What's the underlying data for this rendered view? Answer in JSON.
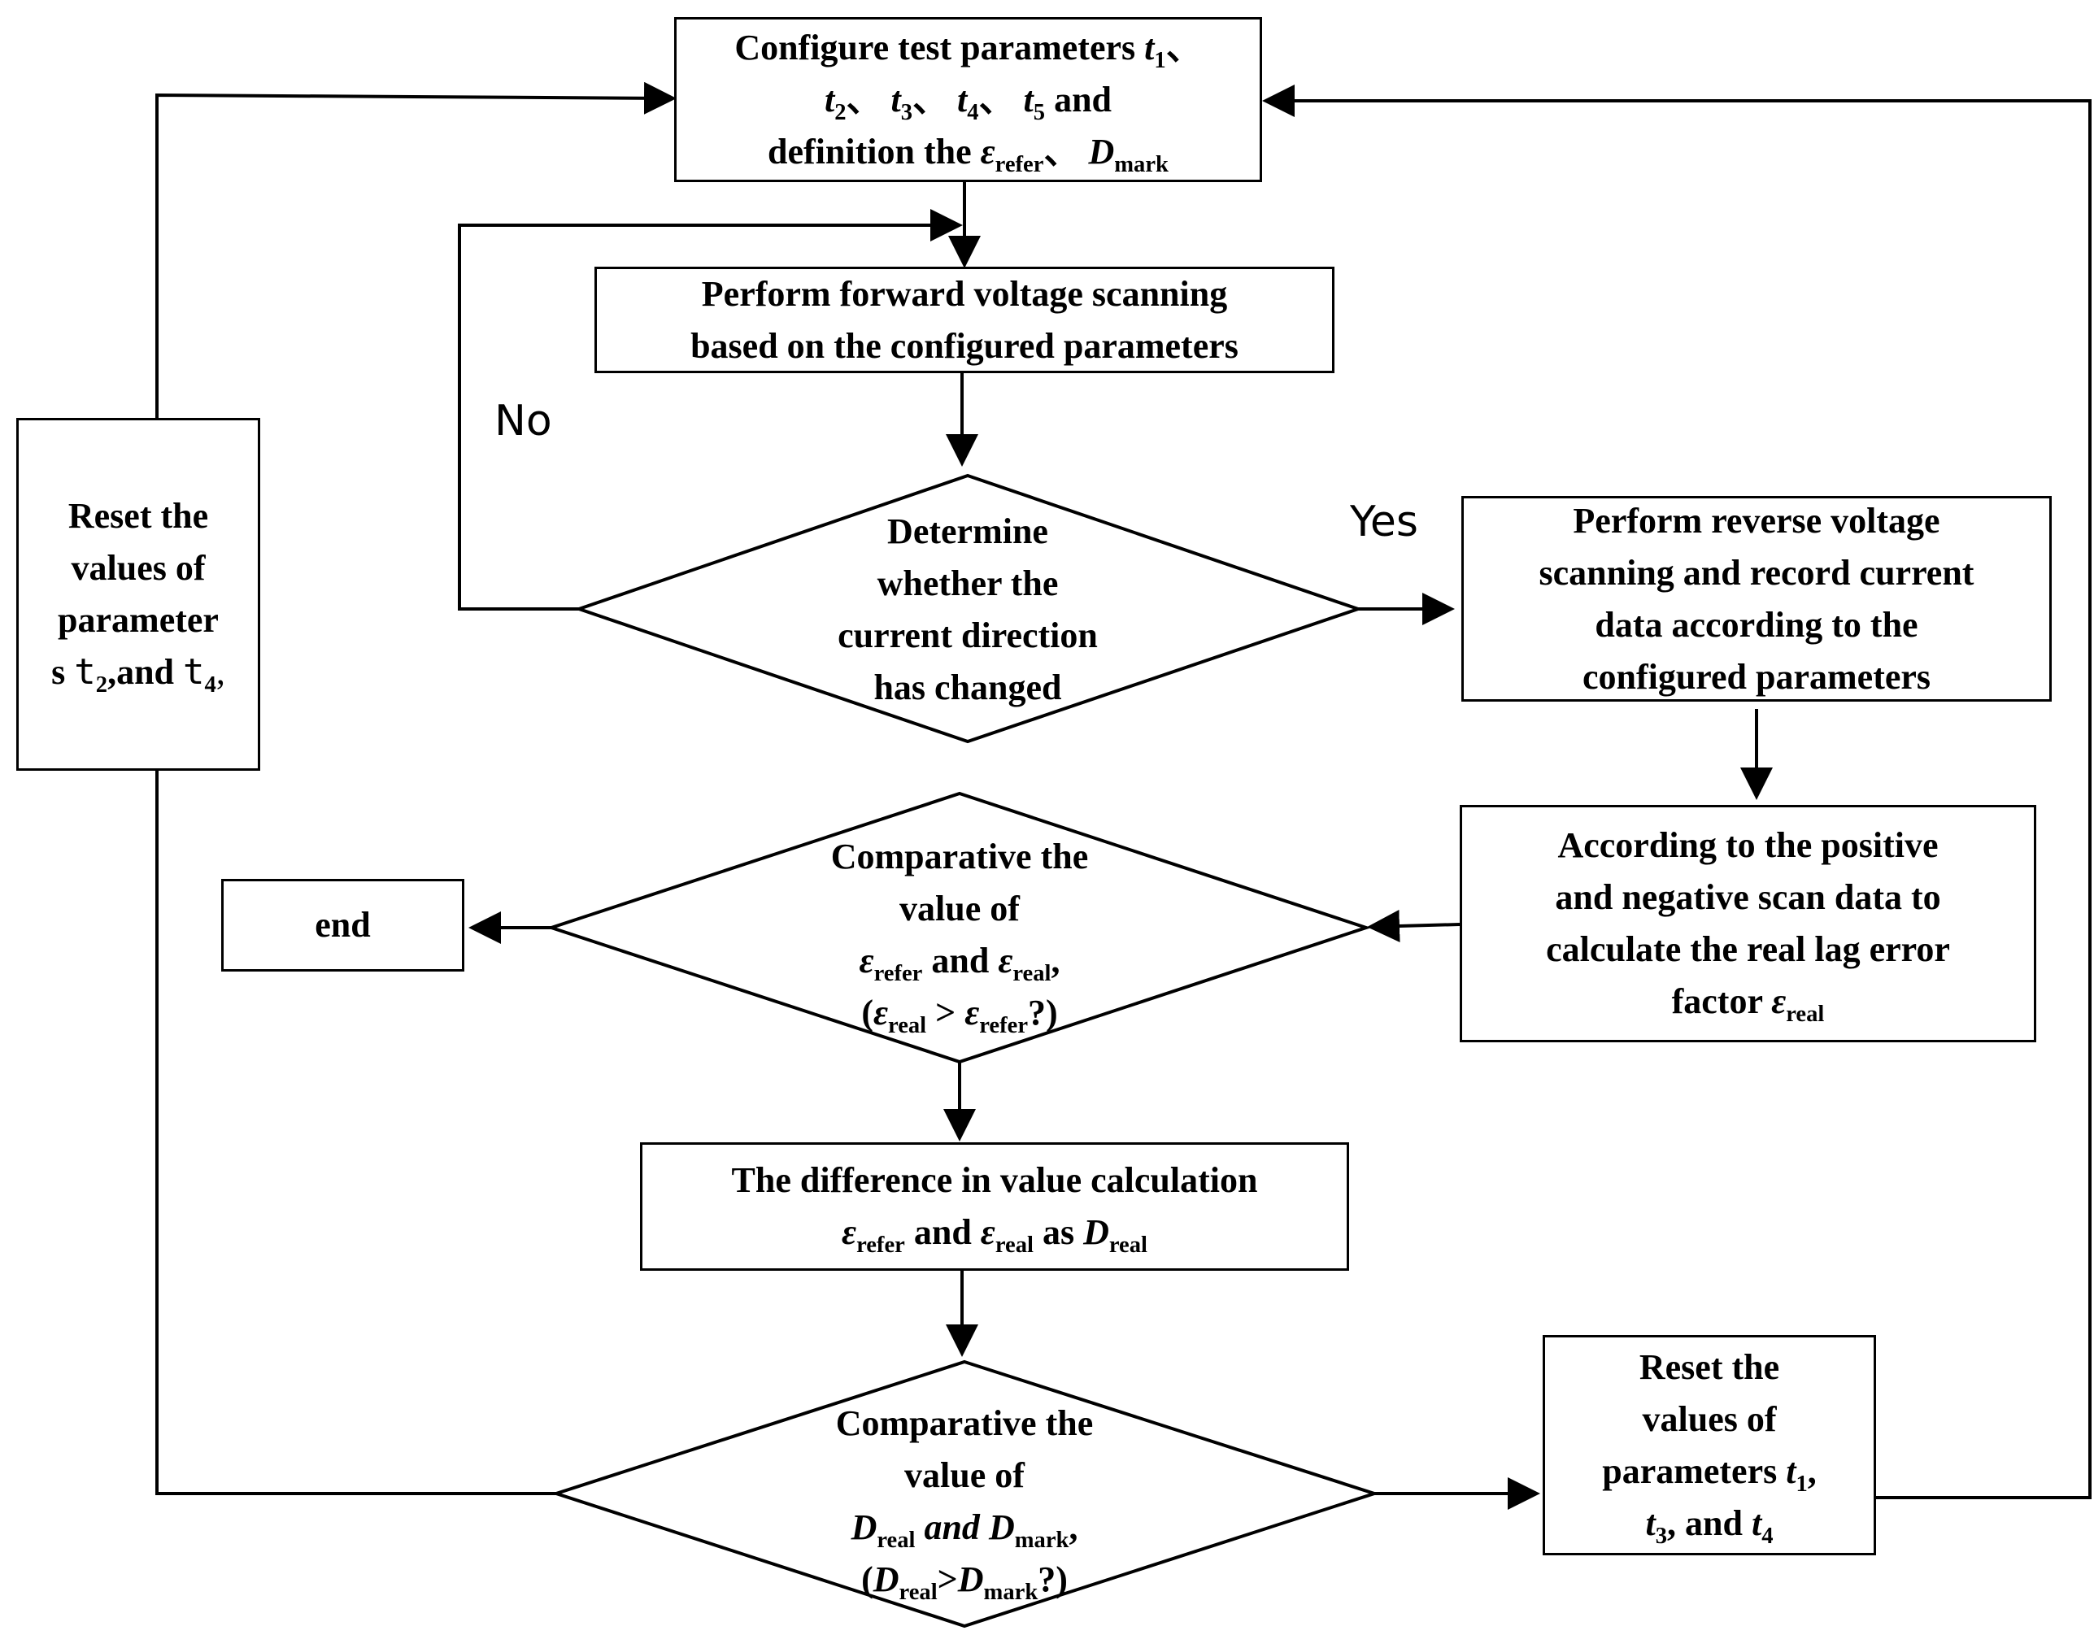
{
  "nodes": {
    "configure": {
      "line1": "Configure test parameters",
      "t1": "t",
      "t1_sub": "1",
      "sep1": "、",
      "t2": "t",
      "t2_sub": "2",
      "sep2": "、",
      "t3": "t",
      "t3_sub": "3",
      "sep3": "、",
      "t4": "t",
      "t4_sub": "4",
      "sep4": "、",
      "t5": "t",
      "t5_sub": "5",
      "and": "and",
      "line3": "definition the",
      "eps": "ε",
      "eps_sub": "refer",
      "sep5": "、",
      "d": "D",
      "d_sub": "mark"
    },
    "forward_scan": {
      "line1": "Perform forward  voltage scanning",
      "line2": "based on the configured parameters"
    },
    "direction_check": {
      "line1": "Determine",
      "line2": "whether the",
      "line3": "current direction",
      "line4": "has changed"
    },
    "reverse_scan": {
      "line1": "Perform reverse voltage",
      "line2": "scanning and record current",
      "line3": "data according to the",
      "line4": "configured parameters"
    },
    "calc_real": {
      "line1": "According to the positive",
      "line2": "and negative scan data to",
      "line3": "calculate the real lag error",
      "line4": "factor",
      "eps": "ε",
      "eps_sub": "real"
    },
    "compare_eps": {
      "line1": "Comparative the",
      "line2": "value of",
      "eps_a": "ε",
      "eps_a_sub": "refer",
      "and": "and",
      "eps_b": "ε",
      "eps_b_sub": "real",
      "comma": ",",
      "open": "(",
      "eps_c": "ε",
      "eps_c_sub": "real",
      "gt": " > ",
      "eps_d": "ε",
      "eps_d_sub": "refer",
      "close": "?)"
    },
    "end": {
      "label": "end"
    },
    "difference": {
      "line1": "The difference in value calculation",
      "eps_a": "ε",
      "eps_a_sub": "refer",
      "and": "and",
      "eps_b": "ε",
      "eps_b_sub": "real",
      "as": "as",
      "d": "D",
      "d_sub": "real"
    },
    "compare_d": {
      "line1": "Comparative the",
      "line2": "value of",
      "d_a": "D",
      "d_a_sub": "real",
      "and": "and",
      "d_b": "D",
      "d_b_sub": "mark",
      "comma": ",",
      "open": "(",
      "d_c": "D",
      "d_c_sub": "real",
      "gt": ">",
      "d_d": "D",
      "d_d_sub": "mark",
      "close": "?)"
    },
    "reset_t134": {
      "line1": "Reset the",
      "line2": "values of",
      "line3a": "parameters",
      "t1": "t",
      "t1_sub": "1",
      "comma1": ",",
      "t3": "t",
      "t3_sub": "3",
      "mid": ", and",
      "t4": "t",
      "t4_sub": "4"
    },
    "reset_t24": {
      "line1": "Reset the",
      "line2": "values of",
      "line3": "parameter",
      "line4a": "s",
      "t2": "t",
      "t2_sub": "2",
      "and": ",and",
      "t4": "t",
      "t4_sub": "4",
      "tail": ","
    }
  },
  "edge_labels": {
    "no": "No",
    "yes": "Yes"
  }
}
